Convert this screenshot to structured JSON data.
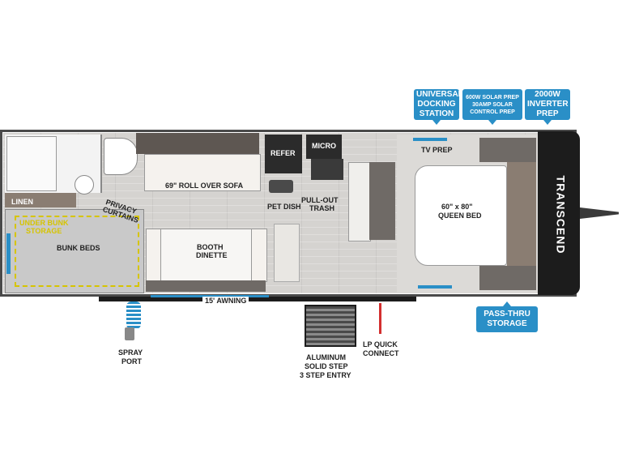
{
  "callouts": {
    "universal_docking": "UNIVERSAL DOCKING STATION",
    "solar": [
      "600W SOLAR PREP",
      "30AMP SOLAR",
      "CONTROL PREP"
    ],
    "inverter": "2000W INVERTER PREP",
    "pass_thru": "PASS-THRU STORAGE"
  },
  "labels": {
    "linen": "LINEN",
    "under_bunk": [
      "UNDER BUNK",
      "STORAGE"
    ],
    "bunk_beds": "BUNK BEDS",
    "privacy": [
      "PRIVACY",
      "CURTAINS"
    ],
    "sofa": "69\" ROLL OVER SOFA",
    "refer": "REFER",
    "micro": "MICRO",
    "pet_dish": "PET DISH",
    "trash": [
      "PULL-OUT",
      "TRASH"
    ],
    "booth": [
      "BOOTH",
      "DINETTE"
    ],
    "tv_prep": "TV PREP",
    "queen": [
      "60\" x 80\"",
      "QUEEN BED"
    ],
    "awning": "15' AWNING",
    "brand": "TRANSCEND"
  },
  "exterior": {
    "spray": [
      "SPRAY",
      "PORT"
    ],
    "step": [
      "ALUMINUM",
      "SOLID STEP",
      "3 STEP ENTRY"
    ],
    "lp": [
      "LP QUICK",
      "CONNECT"
    ]
  },
  "colors": {
    "callout": "#2a8fc7",
    "floor": "#d5d3d0",
    "cabinet": "#8a7d72",
    "dark": "#2b2b2b",
    "accent_yellow": "#d6c400",
    "awning_blue": "#2a8fc7"
  }
}
